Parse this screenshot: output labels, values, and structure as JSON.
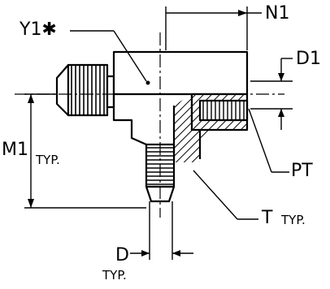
{
  "diagram": {
    "labels": {
      "y1": "Y1✱",
      "n1": "N1",
      "d1": "D1",
      "m1": "M1",
      "m1_typ": "TYP.",
      "pt": "PT",
      "t": "T",
      "t_typ": "TYP.",
      "d": "D",
      "d_typ": "TYP."
    },
    "colors": {
      "line": "#000000",
      "background": "#ffffff"
    }
  }
}
